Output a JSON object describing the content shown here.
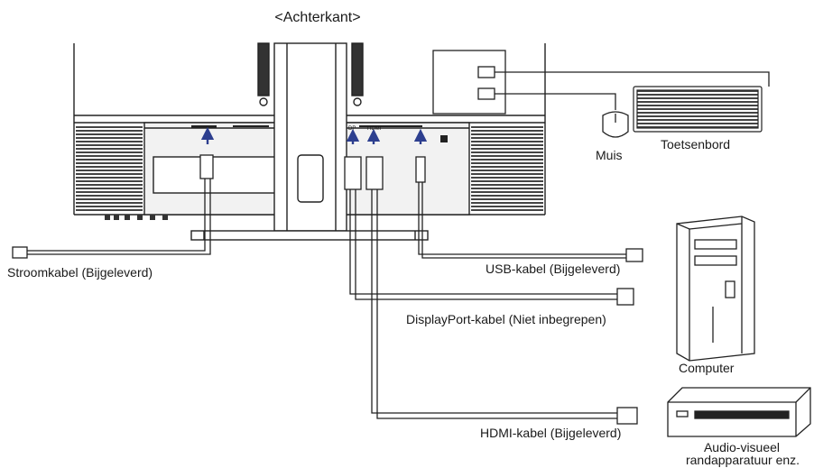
{
  "title": "<Achterkant>",
  "labels": {
    "power_cable": "Stroomkabel (Bijgeleverd)",
    "usb_cable": "USB-kabel (Bijgeleverd)",
    "displayport_cable": "DisplayPort-kabel (Niet inbegrepen)",
    "hdmi_cable": "HDMI-kabel (Bijgeleverd)",
    "mouse": "Muis",
    "keyboard": "Toetsenbord",
    "computer": "Computer",
    "av_line1": "Audio-visueel",
    "av_line2": "randapparatuur enz."
  },
  "port_labels": {
    "dp": "DP",
    "hdmi": "HDMI"
  },
  "colors": {
    "line": "#222222",
    "arrow": "#2d3f8f",
    "panel_gray": "#e9e9e9",
    "vent": "#555555"
  }
}
